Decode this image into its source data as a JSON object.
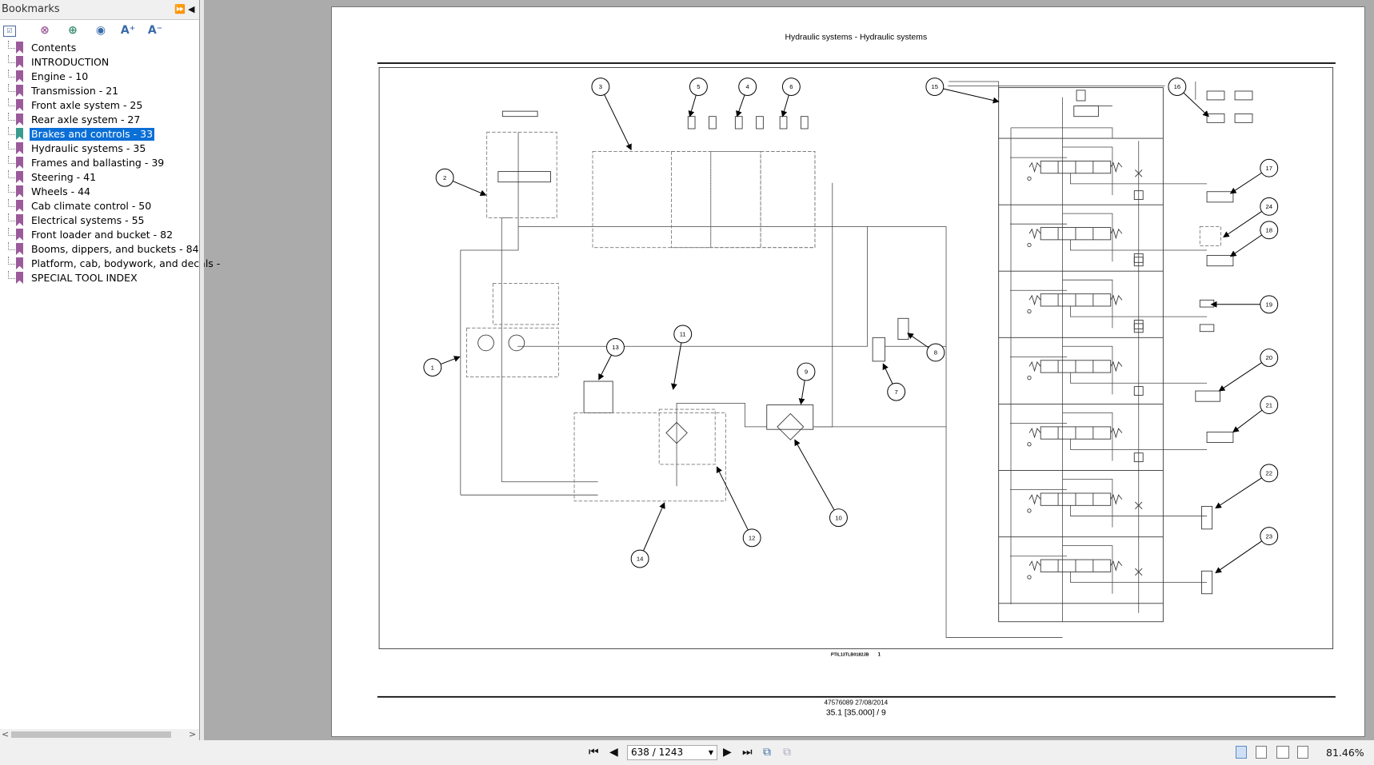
{
  "sidebar": {
    "title": "Bookmarks",
    "toolbar": [
      "expand-icon",
      "delete-bookmark-icon",
      "add-bookmark-icon",
      "goto-bookmark-icon",
      "A+",
      "A−"
    ],
    "selected_index": 6,
    "items": [
      {
        "label": "Contents"
      },
      {
        "label": "INTRODUCTION"
      },
      {
        "label": "Engine - 10"
      },
      {
        "label": "Transmission - 21"
      },
      {
        "label": "Front axle system - 25"
      },
      {
        "label": "Rear axle system - 27"
      },
      {
        "label": "Brakes and controls - 33"
      },
      {
        "label": "Hydraulic systems - 35"
      },
      {
        "label": "Frames and ballasting - 39"
      },
      {
        "label": "Steering - 41"
      },
      {
        "label": "Wheels - 44"
      },
      {
        "label": "Cab climate control - 50"
      },
      {
        "label": "Electrical systems - 55"
      },
      {
        "label": "Front loader and bucket - 82"
      },
      {
        "label": "Booms, dippers, and buckets - 84"
      },
      {
        "label": "Platform, cab, bodywork, and decals -"
      },
      {
        "label": "SPECIAL TOOL INDEX"
      }
    ]
  },
  "document": {
    "header_title": "Hydraulic systems - Hydraulic systems",
    "figure_ref": "PTIL13TLB0182JB",
    "figure_number": "1",
    "footer_doc": "47576089 27/08/2014",
    "footer_page": "35.1 [35.000] / 9",
    "callouts": [
      "1",
      "2",
      "3",
      "5",
      "4",
      "6",
      "15",
      "16",
      "17",
      "24",
      "18",
      "19",
      "20",
      "21",
      "22",
      "23",
      "11",
      "13",
      "9",
      "8",
      "7",
      "10",
      "12",
      "14"
    ]
  },
  "bottombar": {
    "page_indicator": "638 / 1243",
    "zoom": "81.46%"
  }
}
